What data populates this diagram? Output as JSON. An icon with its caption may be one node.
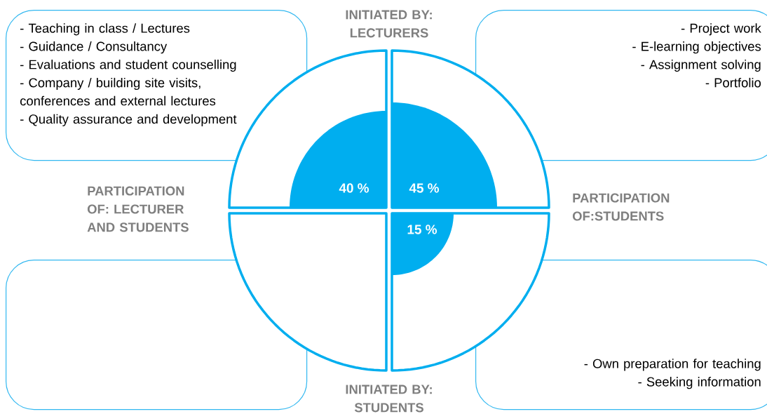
{
  "diagram": {
    "nodes": [
      {
        "text": [
          "- Teaching in class / Lectures",
          "- Guidance / Consultancy",
          "- Evaluations and student counselling",
          "- Company / building site visits, conferences and external lectures",
          "- Quality assurance and development"
        ]
      },
      {
        "text": [
          "- Project work",
          "- E-learning objectives",
          "- Assignment solving",
          "- Portfolio"
        ]
      },
      {
        "text": [
          "40 %"
        ]
      },
      {
        "text": [
          "45 %"
        ]
      },
      {
        "text": [],
        "shape": "sector"
      },
      {
        "text": [
          "15 %"
        ]
      },
      {
        "text": [],
        "shape": "box"
      },
      {
        "text": [
          "- Own preparation for teaching",
          "- Seeking information"
        ]
      }
    ],
    "edges": [],
    "labels": [
      "INITIATED BY: LECTURERS",
      "PARTICIPATION OF: LECTURER AND STUDENTS",
      "PARTICIPATION OF:STUDENTS",
      "INITIATED BY: STUDENTS"
    ]
  }
}
